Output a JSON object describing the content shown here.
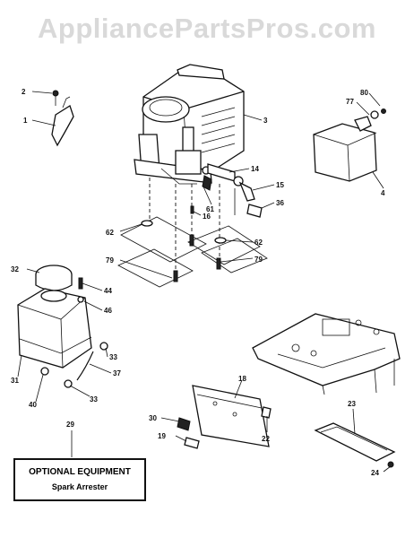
{
  "watermark": "AppliancePartsPros.com",
  "optional_box": {
    "title": "OPTIONAL EQUIPMENT",
    "subtitle": "Spark Arrester"
  },
  "labels": {
    "l1": "1",
    "l2": "2",
    "l3": "3",
    "l4": "4",
    "l14": "14",
    "l15": "15",
    "l16": "16",
    "l18": "18",
    "l19": "19",
    "l22": "22",
    "l23": "23",
    "l24": "24",
    "l29": "29",
    "l30": "30",
    "l31": "31",
    "l32": "32",
    "l33a": "33",
    "l33b": "33",
    "l36": "36",
    "l37": "37",
    "l40": "40",
    "l44": "44",
    "l46": "46",
    "l61": "61",
    "l62a": "62",
    "l62b": "62",
    "l77": "77",
    "l79a": "79",
    "l79b": "79",
    "l80": "80"
  }
}
